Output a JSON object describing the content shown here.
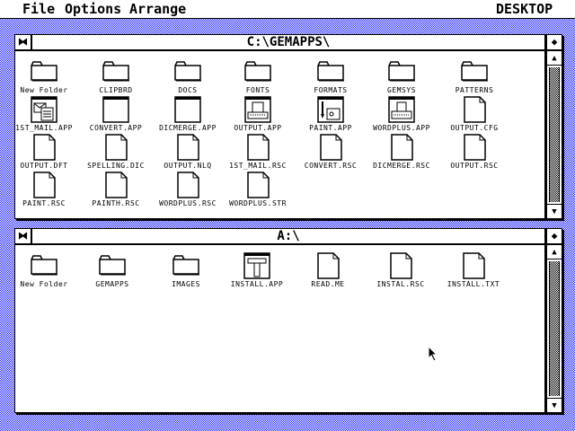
{
  "menubar": {
    "items": [
      "File",
      "Options",
      "Arrange"
    ],
    "right_label": "DESKTOP"
  },
  "windows": [
    {
      "title": "C:\\GEMAPPS\\",
      "icons": [
        {
          "label": "New Folder",
          "type": "folder"
        },
        {
          "label": "CLIPBRD",
          "type": "folder"
        },
        {
          "label": "DOCS",
          "type": "folder"
        },
        {
          "label": "FONTS",
          "type": "folder"
        },
        {
          "label": "FORMATS",
          "type": "folder"
        },
        {
          "label": "GEMSYS",
          "type": "folder"
        },
        {
          "label": "PATTERNS",
          "type": "folder"
        },
        {
          "label": "1ST_MAIL.APP",
          "type": "app-mail"
        },
        {
          "label": "CONVERT.APP",
          "type": "app"
        },
        {
          "label": "DICMERGE.APP",
          "type": "app"
        },
        {
          "label": "OUTPUT.APP",
          "type": "app-printer"
        },
        {
          "label": "PAINT.APP",
          "type": "app-paint"
        },
        {
          "label": "WORDPLUS.APP",
          "type": "app-typewriter"
        },
        {
          "label": "OUTPUT.CFG",
          "type": "doc"
        },
        {
          "label": "OUTPUT.DFT",
          "type": "doc"
        },
        {
          "label": "SPELLING.DIC",
          "type": "doc"
        },
        {
          "label": "OUTPUT.NLQ",
          "type": "doc"
        },
        {
          "label": "1ST_MAIL.RSC",
          "type": "doc"
        },
        {
          "label": "CONVERT.RSC",
          "type": "doc"
        },
        {
          "label": "DICMERGE.RSC",
          "type": "doc"
        },
        {
          "label": "OUTPUT.RSC",
          "type": "doc"
        },
        {
          "label": "PAINT.RSC",
          "type": "doc"
        },
        {
          "label": "PAINTH.RSC",
          "type": "doc"
        },
        {
          "label": "WORDPLUS.RSC",
          "type": "doc"
        },
        {
          "label": "WORDPLUS.STR",
          "type": "doc"
        }
      ]
    },
    {
      "title": "A:\\",
      "icons": [
        {
          "label": "New Folder",
          "type": "folder"
        },
        {
          "label": "GEMAPPS",
          "type": "folder"
        },
        {
          "label": "IMAGES",
          "type": "folder"
        },
        {
          "label": "INSTALL.APP",
          "type": "app-hammer"
        },
        {
          "label": "READ.ME",
          "type": "doc"
        },
        {
          "label": "INSTAL.RSC",
          "type": "doc"
        },
        {
          "label": "INSTALL.TXT",
          "type": "doc"
        }
      ]
    }
  ]
}
